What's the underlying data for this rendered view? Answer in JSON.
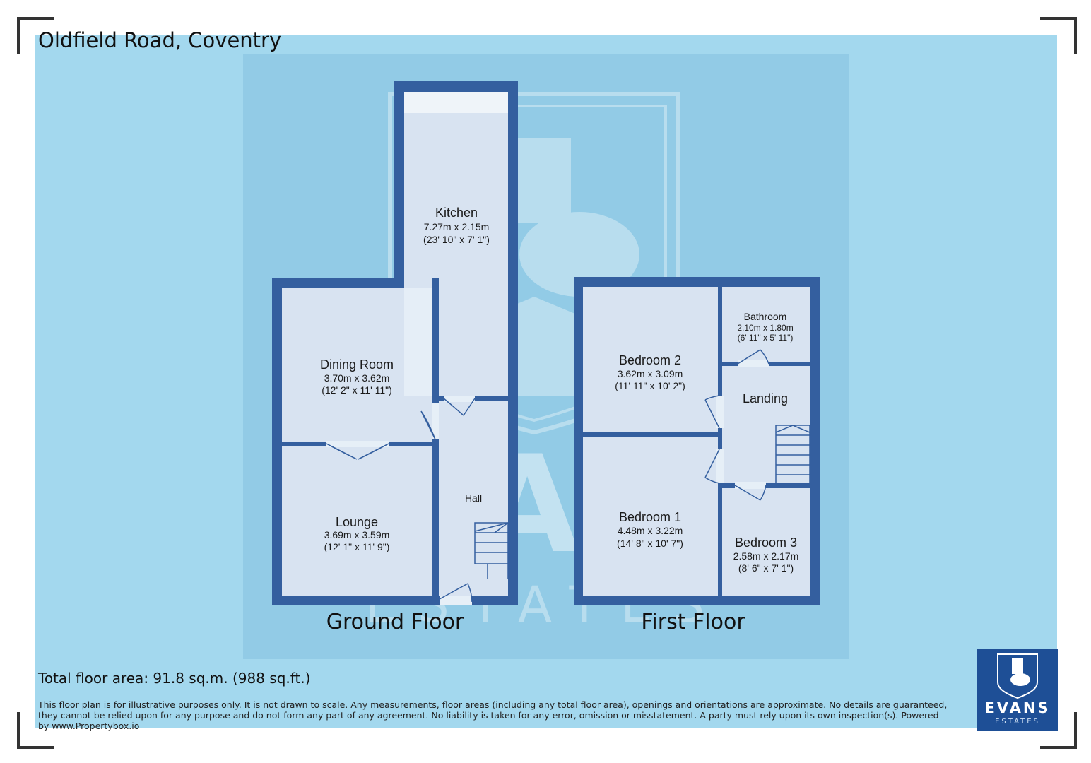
{
  "title": "Oldfield Road, Coventry",
  "floors": {
    "ground": {
      "label": "Ground Floor",
      "rooms": {
        "kitchen": {
          "name": "Kitchen",
          "metric": "7.27m x 2.15m",
          "imperial": "(23' 10\" x 7' 1\")"
        },
        "dining": {
          "name": "Dining Room",
          "metric": "3.70m x 3.62m",
          "imperial": "(12' 2\" x 11' 11\")"
        },
        "lounge": {
          "name": "Lounge",
          "metric": "3.69m x 3.59m",
          "imperial": "(12' 1\" x 11' 9\")"
        },
        "hall": {
          "name": "Hall"
        }
      }
    },
    "first": {
      "label": "First Floor",
      "rooms": {
        "bedroom2": {
          "name": "Bedroom 2",
          "metric": "3.62m x 3.09m",
          "imperial": "(11' 11\" x 10' 2\")"
        },
        "bathroom": {
          "name": "Bathroom",
          "metric": "2.10m x 1.80m",
          "imperial": "(6' 11\" x 5' 11\")"
        },
        "landing": {
          "name": "Landing"
        },
        "bedroom1": {
          "name": "Bedroom 1",
          "metric": "4.48m x 3.22m",
          "imperial": "(14' 8\" x 10' 7\")"
        },
        "bedroom3": {
          "name": "Bedroom 3",
          "metric": "2.58m x 2.17m",
          "imperial": "(8' 6\" x 7' 1\")"
        }
      }
    }
  },
  "total_area": "Total floor area: 91.8 sq.m. (988 sq.ft.)",
  "disclaimer": "This floor plan is for illustrative purposes only. It is not drawn to scale. Any measurements, floor areas (including any total floor area), openings and orientations are approximate. No details are guaranteed, they cannot be relied upon for any purpose and do not form any part of any agreement. No liability is taken for any error, omission or misstatement. A party must rely upon its own inspection(s). Powered by www.Propertybox.io",
  "logo": {
    "word": "EVANS",
    "sub": "ESTATES"
  },
  "watermark": {
    "word": "EVANS",
    "sub": "ESTATES"
  },
  "colors": {
    "wall": "#345f9f",
    "room": "#e6eff7",
    "sheet": "#a3d8ee",
    "logo": "#1e4f96"
  }
}
